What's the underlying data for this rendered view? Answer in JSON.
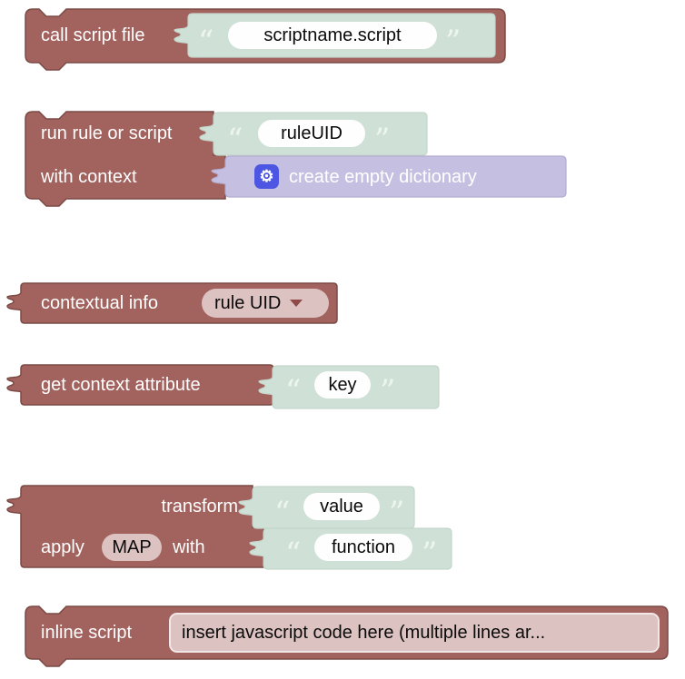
{
  "blocks": {
    "call_script_file": {
      "label": "call script file",
      "field_value": "scriptname.script"
    },
    "run_rule_or_script": {
      "row1_label": "run rule or script",
      "row1_value": "ruleUID",
      "row2_label": "with context",
      "row2_value": "create empty dictionary"
    },
    "contextual_info": {
      "label": "contextual info",
      "dropdown_value": "rule UID"
    },
    "get_context_attribute": {
      "label": "get context attribute",
      "field_value": "key"
    },
    "transform": {
      "row1_label": "transform",
      "row1_value": "value",
      "row2_label_before": "apply",
      "row2_dropdown": "MAP",
      "row2_label_after": "with",
      "row2_value": "function"
    },
    "inline_script": {
      "label": "inline script",
      "field_value": "insert javascript code here (multiple lines ar..."
    }
  },
  "decor": {
    "quote_open": "“",
    "quote_close": "”",
    "gear_icon": "⚙"
  },
  "colors": {
    "statement_block": "#a2625e",
    "statement_block_border": "#7b4a45",
    "string_block": "#cfe0d7",
    "dictionary_block": "#c5c0e1",
    "gear_button": "#4c56e3",
    "field_bg": "#ffffff",
    "pink_field_bg": "#dcc3c2"
  }
}
